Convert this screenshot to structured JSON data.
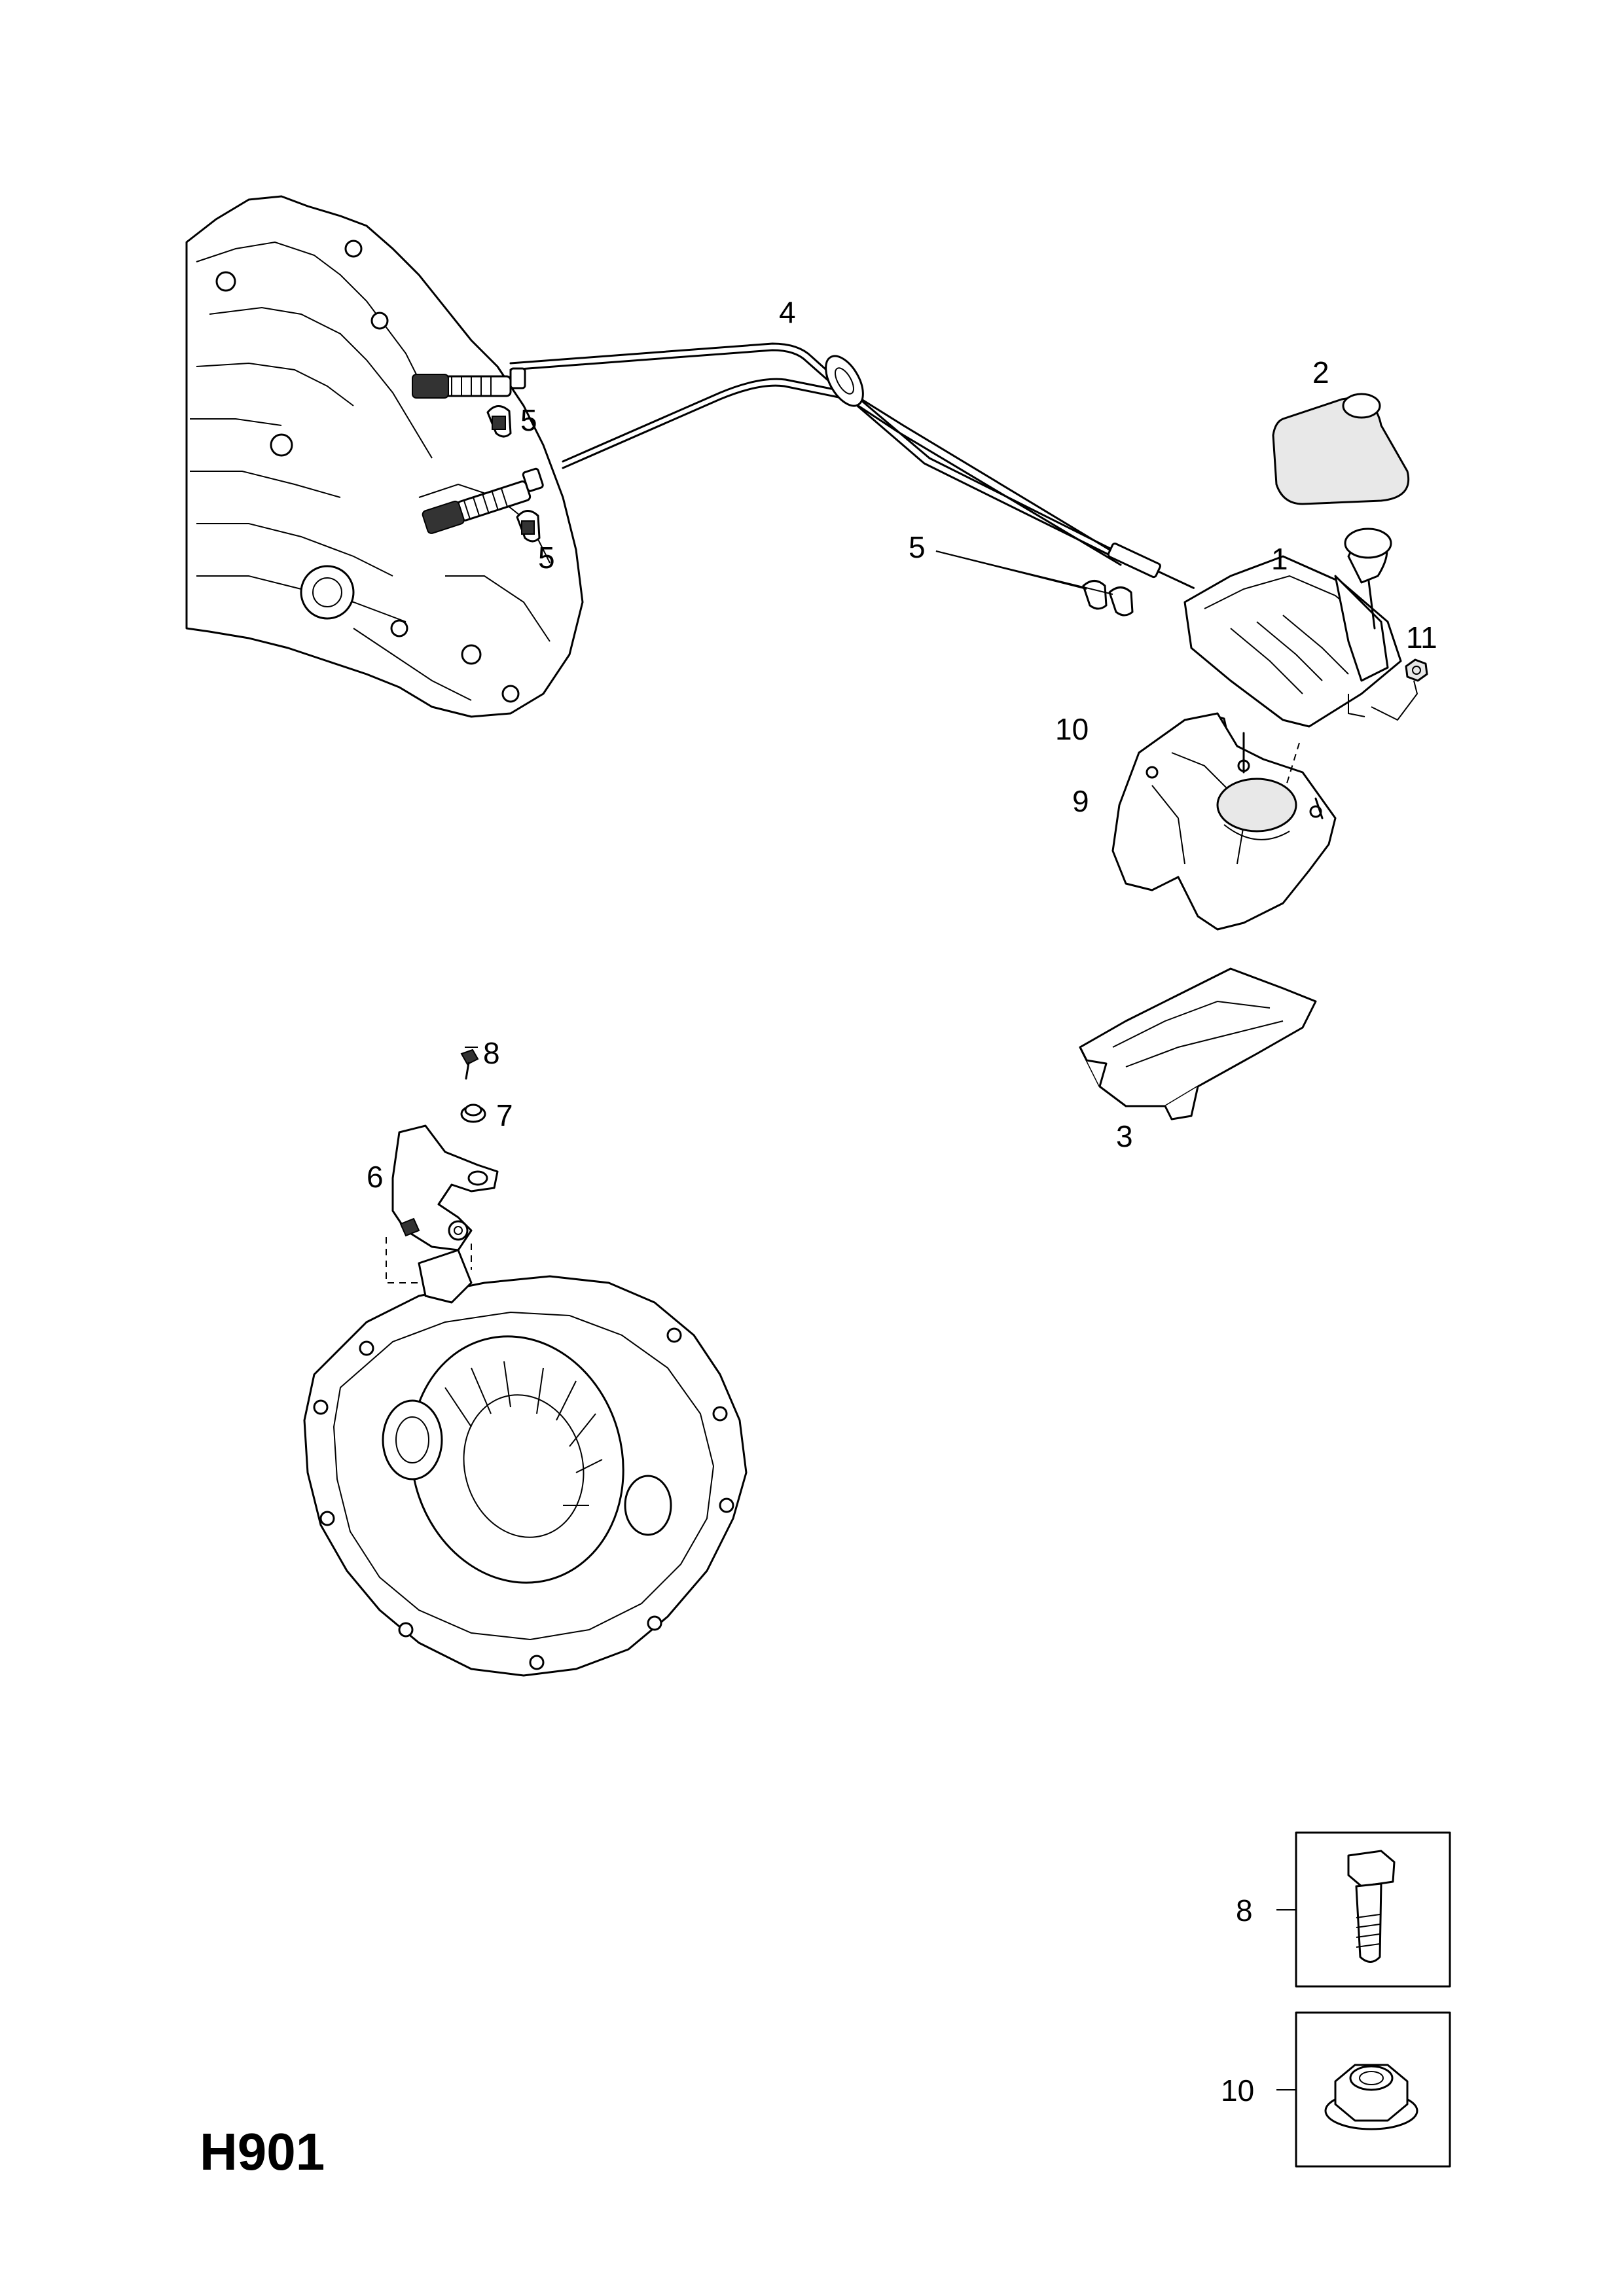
{
  "diagram_code": "H901",
  "callouts": {
    "c1": "1",
    "c2": "2",
    "c3": "3",
    "c4": "4",
    "c5a": "5",
    "c5b": "5",
    "c5c": "5",
    "c6": "6",
    "c7": "7",
    "c8": "8",
    "c9": "9",
    "c10": "10",
    "c11": "11"
  },
  "detail_boxes": {
    "bolt_label": "8",
    "nut_label": "10"
  }
}
